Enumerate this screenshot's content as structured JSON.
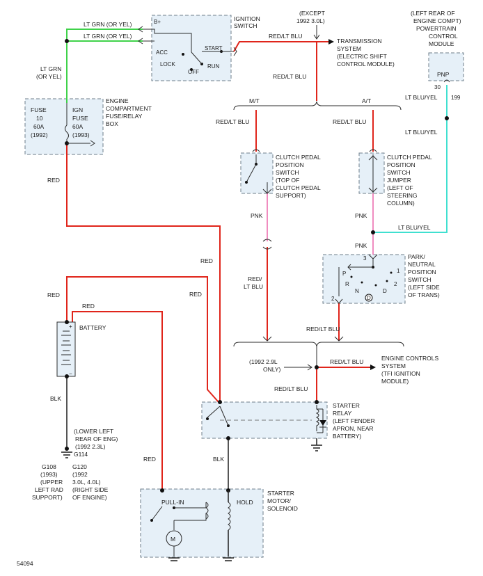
{
  "diagram_id": "54094",
  "components": {
    "ignition_switch": {
      "title": [
        "IGNITION",
        "SWITCH"
      ],
      "terminals": [
        "B+",
        "ACC",
        "LOCK",
        "OFF",
        "START",
        "RUN"
      ]
    },
    "fuse_box": {
      "title": [
        "ENGINE",
        "COMPARTMENT",
        "FUSE/RELAY",
        "BOX"
      ],
      "fuse1": [
        "FUSE",
        "10",
        "60A",
        "(1992)"
      ],
      "fuse2": [
        "IGN",
        "FUSE",
        "60A",
        "(1993)"
      ]
    },
    "pcm": {
      "title": [
        "(LEFT REAR OF",
        "ENGINE COMPT)",
        "POWERTRAIN",
        "CONTROL",
        "MODULE"
      ],
      "label": "PNP",
      "pin_left": "30",
      "pin_right": "199"
    },
    "transmission": {
      "note": [
        "(EXCEPT",
        "1992 3.0L)"
      ],
      "title": [
        "TRANSMISSION",
        "SYSTEM",
        "(ELECTRIC SHIFT",
        "CONTROL MODULE)"
      ]
    },
    "branch_mt": "M/T",
    "branch_at": "A/T",
    "clutch_switch": {
      "title": [
        "CLUTCH PEDAL",
        "POSITION",
        "SWITCH",
        "(TOP OF",
        "CLUTCH PEDAL",
        "SUPPORT)"
      ]
    },
    "clutch_jumper": {
      "title": [
        "CLUTCH PEDAL",
        "POSITION",
        "SWITCH",
        "JUMPER",
        "(LEFT OF",
        "STEERING",
        "COLUMN)"
      ]
    },
    "pnp_switch": {
      "title": [
        "PARK/",
        "NEUTRAL",
        "POSITION",
        "SWITCH",
        "(LEFT SIDE",
        "OF TRANS)"
      ],
      "positions": [
        "P",
        "R",
        "N",
        "D",
        "1",
        "2"
      ],
      "pin_top": "3",
      "pin_bottom": "2"
    },
    "battery": {
      "title": "BATTERY",
      "plus": "+",
      "minus": "−"
    },
    "engine_controls": {
      "note": [
        "(1992 2.9L",
        "ONLY)"
      ],
      "title": [
        "ENGINE CONTROLS",
        "SYSTEM",
        "(TFI IGNITION",
        "MODULE)"
      ]
    },
    "starter_relay": {
      "title": [
        "STARTER",
        "RELAY",
        "(LEFT FENDER",
        "APRON, NEAR",
        "BATTERY)"
      ]
    },
    "starter_motor": {
      "title": [
        "STARTER",
        "MOTOR/",
        "SOLENOID"
      ],
      "pull_in": "PULL-IN",
      "hold": "HOLD",
      "motor": "M"
    },
    "grounds": {
      "g114": "G114",
      "g114_note": [
        "(LOWER LEFT",
        "REAR OF ENG)",
        "(1992 2.3L)"
      ],
      "g108": [
        "G108",
        "(1993)",
        "(UPPER",
        "LEFT RAD",
        "SUPPORT)"
      ],
      "g120": [
        "G120",
        "(1992",
        "3.0L, 4.0L)",
        "(RIGHT SIDE",
        "OF ENGINE)"
      ]
    }
  },
  "wires": {
    "lt_grn_top": "LT GRN (OR YEL)",
    "lt_grn_mid": "LT GRN (OR YEL)",
    "lt_grn_left": [
      "LT GRN",
      "(OR YEL)"
    ],
    "red_lt_blu_trans": "RED/LT BLU",
    "red_lt_blu_down": "RED/LT BLU",
    "red_lt_blu_mt": "RED/LT BLU",
    "red_lt_blu_at": "RED/LT BLU",
    "pnk_clutch": "PNK",
    "pnk_jumper": "PNK",
    "pnk_pnp": "PNK",
    "red_lt_blu_stack": [
      "RED/",
      "LT BLU"
    ],
    "red_lt_blu_pnp_out": "RED/LT BLU",
    "red_lt_blu_tfi": "RED/LT BLU",
    "red_lt_blu_relay": "RED/LT BLU",
    "lt_blu_yel_1": "LT BLU/YEL",
    "lt_blu_yel_2": "LT BLU/YEL",
    "lt_blu_yel_3": "LT BLU/YEL",
    "red_fuse": "RED",
    "red_relay_1": "RED",
    "red_relay_2": "RED",
    "red_batt_1": "RED",
    "red_batt_2": "RED",
    "red_starter": "RED",
    "blk_batt": "BLK",
    "blk_relay": "BLK"
  },
  "colors": {
    "red": "#e0251b",
    "green": "#3fd24a",
    "pink": "#f08cc0",
    "cyan": "#40e0d0",
    "box": "#e6f0f8"
  }
}
